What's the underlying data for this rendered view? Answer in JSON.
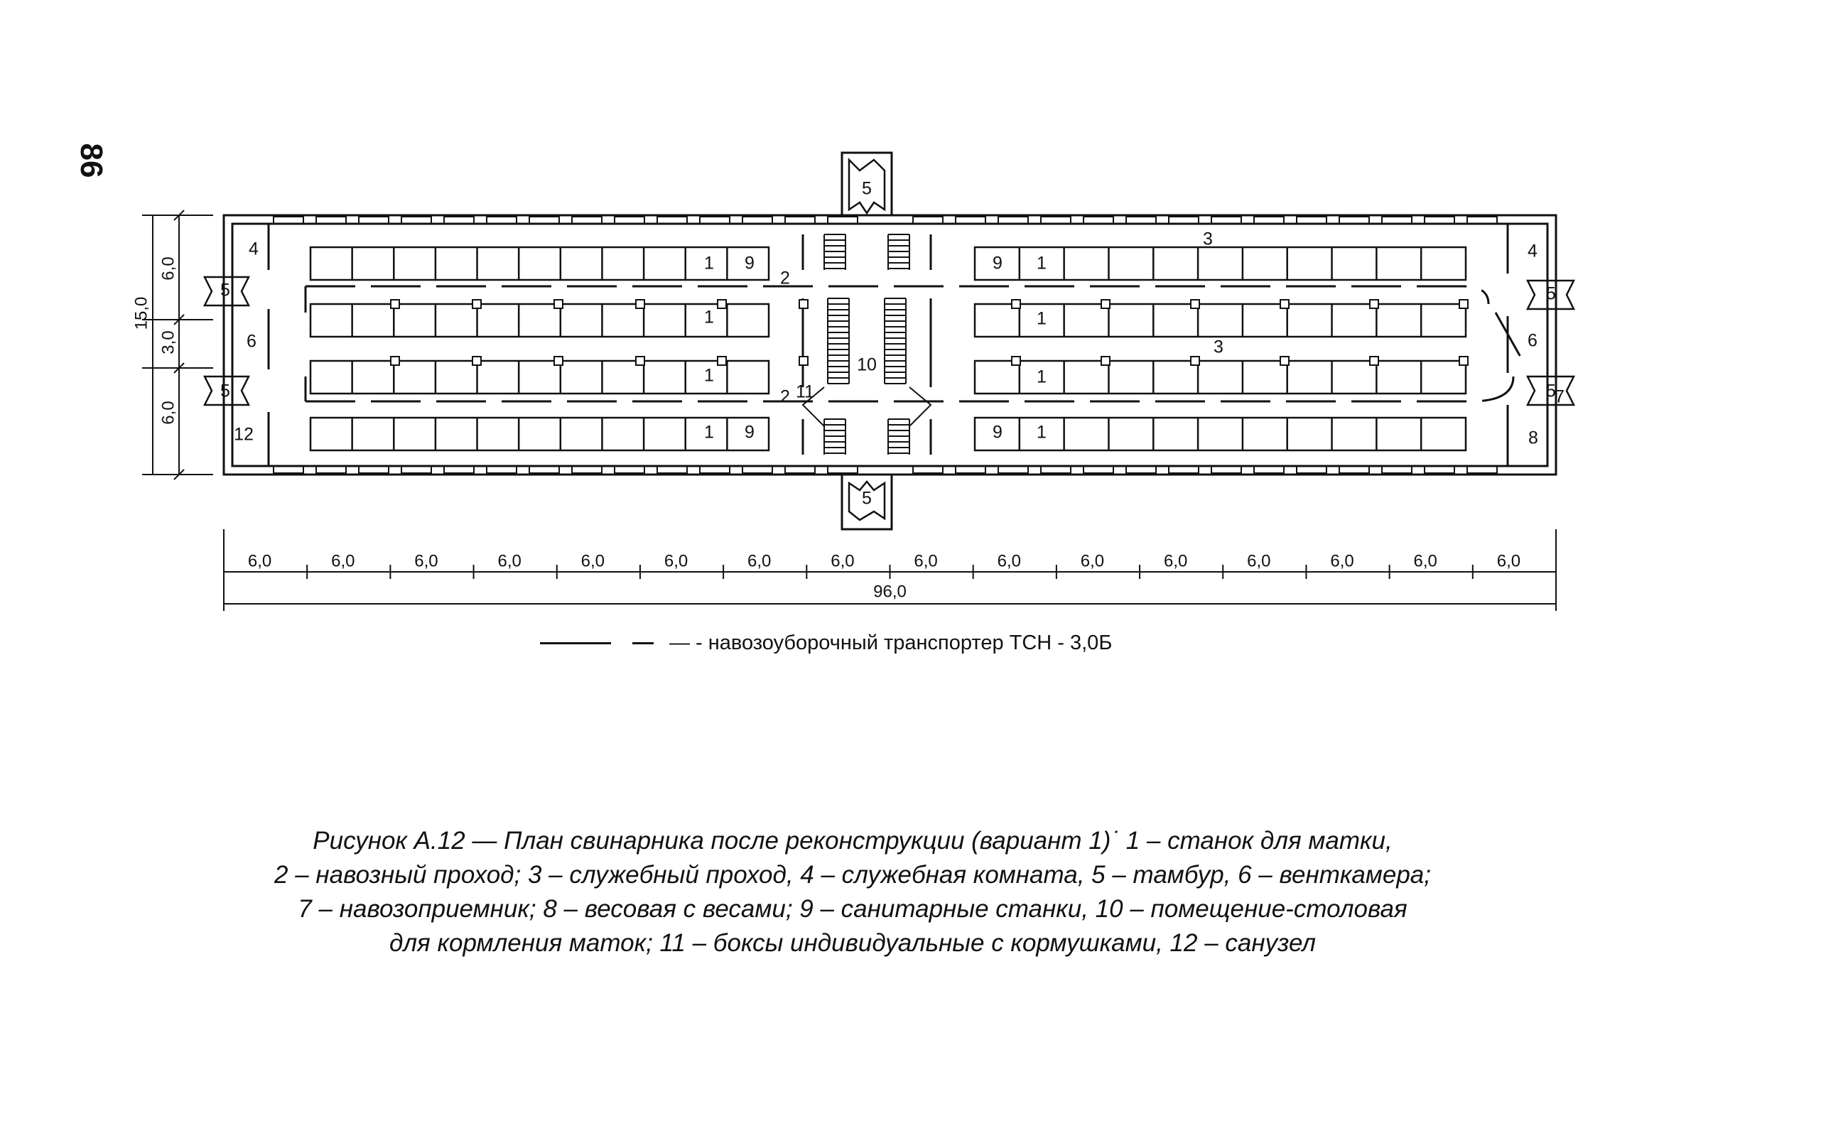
{
  "page_number": "86",
  "plan": {
    "room_labels": {
      "stall_sow": "1",
      "manure_passage": "2",
      "service_passage": "3",
      "service_room": "4",
      "vestibule": "5",
      "vent_chamber": "6",
      "manure_receiver": "7",
      "weighing_room": "8",
      "sanitary_stall": "9",
      "dining_room": "10",
      "individual_boxes": "11",
      "restroom": "12"
    },
    "vertical_dims": {
      "total": "15,0",
      "top": "6,0",
      "middle": "3,0",
      "bottom": "6,0"
    },
    "bay_dims": [
      "6,0",
      "6,0",
      "6,0",
      "6,0",
      "6,0",
      "6,0",
      "6,0",
      "6,0",
      "6,0",
      "6,0",
      "6,0",
      "6,0",
      "6,0",
      "6,0",
      "6,0",
      "6,0"
    ],
    "total_length": "96,0"
  },
  "legend": {
    "text": "— - навозоуборочный транспортер ТСН - 3,0Б"
  },
  "caption": {
    "lines": [
      "Рисунок А.12 — План свинарника после реконструкции (вариант 1)˙ 1 – станок для матки,",
      "2 – навозный проход; 3 – служебный проход, 4 – служебная комната, 5 – тамбур, 6 – венткамера;",
      "7 – навозоприемник; 8 – весовая с весами; 9 – санитарные станки, 10 – помещение-столовая",
      "для кормления маток; 11 – боксы индивидуальные с кормушками, 12 – санузел"
    ]
  }
}
